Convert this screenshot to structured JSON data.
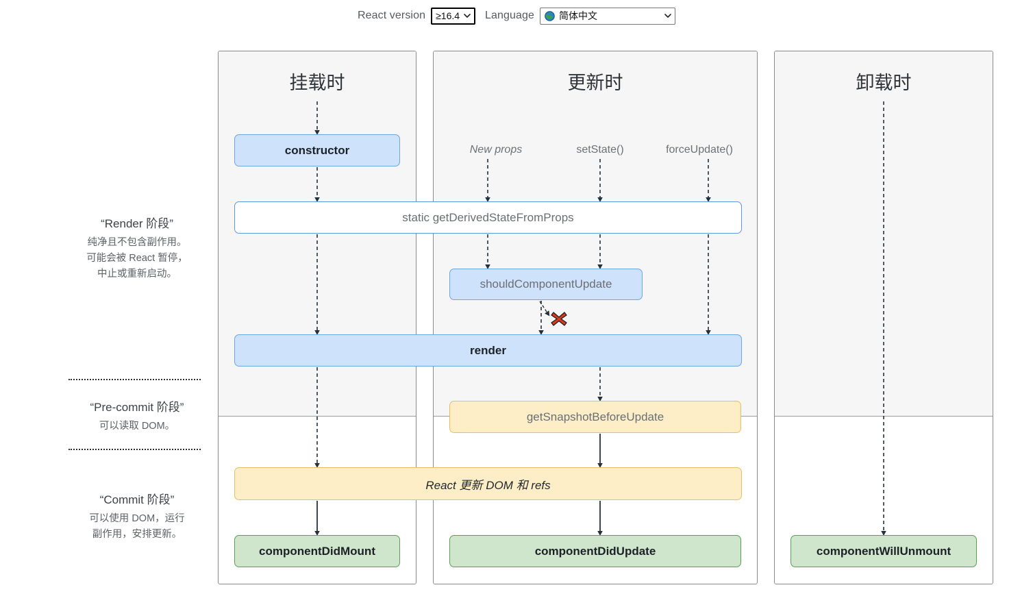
{
  "toolbar": {
    "react_version_label": "React version",
    "react_version_value": "≥16.4",
    "language_label": "Language",
    "language_value": "简体中文",
    "globe_icon": "globe-icon",
    "caret_icon": "chevron-down-icon"
  },
  "phases": [
    {
      "id": "render",
      "title": "“Render 阶段”",
      "desc_lines": [
        "纯净且不包含副作用。",
        "可能会被 React 暂停，",
        "中止或重新启动。"
      ]
    },
    {
      "id": "pre-commit",
      "title": "“Pre-commit 阶段”",
      "desc_lines": [
        "可以读取 DOM。"
      ]
    },
    {
      "id": "commit",
      "title": "“Commit 阶段”",
      "desc_lines": [
        "可以使用 DOM，运行",
        "副作用，安排更新。"
      ]
    }
  ],
  "columns": {
    "mount": {
      "title": "挂载时"
    },
    "update": {
      "title": "更新时"
    },
    "unmount": {
      "title": "卸载时"
    }
  },
  "triggers": {
    "new_props": "New props",
    "set_state": "setState()",
    "force_update": "forceUpdate()"
  },
  "nodes": {
    "constructor": "constructor",
    "get_derived_state_from_props": "static getDerivedStateFromProps",
    "should_component_update": "shouldComponentUpdate",
    "render": "render",
    "get_snapshot_before_update": "getSnapshotBeforeUpdate",
    "react_updates_dom": "React 更新 DOM 和 refs",
    "component_did_mount": "componentDidMount",
    "component_did_update": "componentDidUpdate",
    "component_will_unmount": "componentWillUnmount"
  },
  "annotations": {
    "skip_render_marker": "red-x-icon"
  },
  "colors": {
    "blue_fill": "#cfe2fb",
    "blue_border": "#6aa6e8",
    "yellow_fill": "#fdeec8",
    "yellow_border": "#e9bf62",
    "green_fill": "#cfe5cc",
    "green_border": "#5c9e57",
    "column_tint": "#f6f6f6",
    "x_mark": "#d9391f"
  }
}
